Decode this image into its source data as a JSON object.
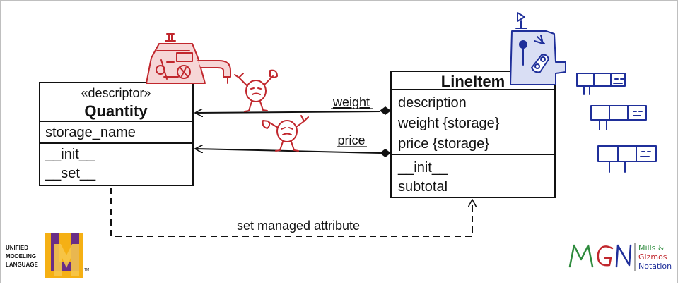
{
  "quantity": {
    "stereotype": "«descriptor»",
    "name": "Quantity",
    "attributes": [
      "storage_name"
    ],
    "methods": [
      "__init__",
      "__set__"
    ]
  },
  "lineitem": {
    "name": "LineItem",
    "attributes": [
      "description",
      "weight {storage}",
      "price {storage}"
    ],
    "methods": [
      "__init__",
      "subtotal"
    ]
  },
  "associations": {
    "weight_label": "weight",
    "price_label": "price"
  },
  "dependency": {
    "label": "set managed attribute"
  },
  "uml_logo": {
    "line1": "UNIFIED",
    "line2": "MODELING",
    "line3": "LANGUAGE",
    "tm": "TM"
  },
  "mgn_logo": {
    "line1": "Mills &",
    "line2": "Gizmos",
    "line3": "Notation",
    "mark": "MGN"
  },
  "colors": {
    "gizmo_red": "#c1272d",
    "gizmo_blue": "#1f2f9a",
    "uml_yellow": "#f5b014",
    "uml_purple": "#6a2d86"
  }
}
